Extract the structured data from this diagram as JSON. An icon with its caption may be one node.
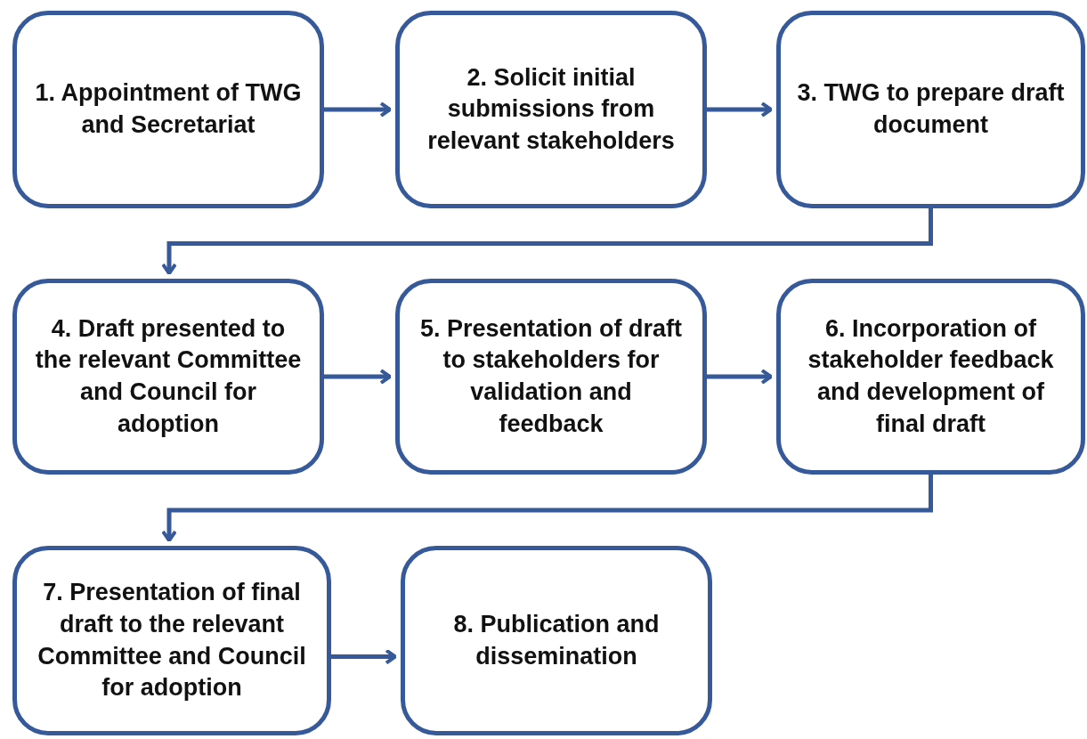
{
  "diagram": {
    "nodes": [
      {
        "text": [
          "1. Appointment of TWG and Secretariat"
        ]
      },
      {
        "text": [
          "2. Solicit initial submissions from relevant stakeholders"
        ]
      },
      {
        "text": [
          "3. TWG to prepare draft document"
        ]
      },
      {
        "text": [
          "4. Draft presented to the relevant Committee and Council for adoption"
        ]
      },
      {
        "text": [
          "5. Presentation of draft to stakeholders for validation and feedback"
        ]
      },
      {
        "text": [
          "6. Incorporation of stakeholder feedback and development of final draft"
        ]
      },
      {
        "text": [
          "7. Presentation of final draft to the relevant Committee and Council for adoption"
        ]
      },
      {
        "text": [
          "8. Publication and dissemination"
        ]
      }
    ],
    "edges": [
      {
        "from": 0,
        "to": 1,
        "arrow": "to"
      },
      {
        "from": 1,
        "to": 2,
        "arrow": "to"
      },
      {
        "from": 2,
        "to": 3,
        "arrow": "to"
      },
      {
        "from": 3,
        "to": 4,
        "arrow": "to"
      },
      {
        "from": 4,
        "to": 5,
        "arrow": "to"
      },
      {
        "from": 5,
        "to": 6,
        "arrow": "to"
      },
      {
        "from": 6,
        "to": 7,
        "arrow": "to"
      }
    ]
  }
}
